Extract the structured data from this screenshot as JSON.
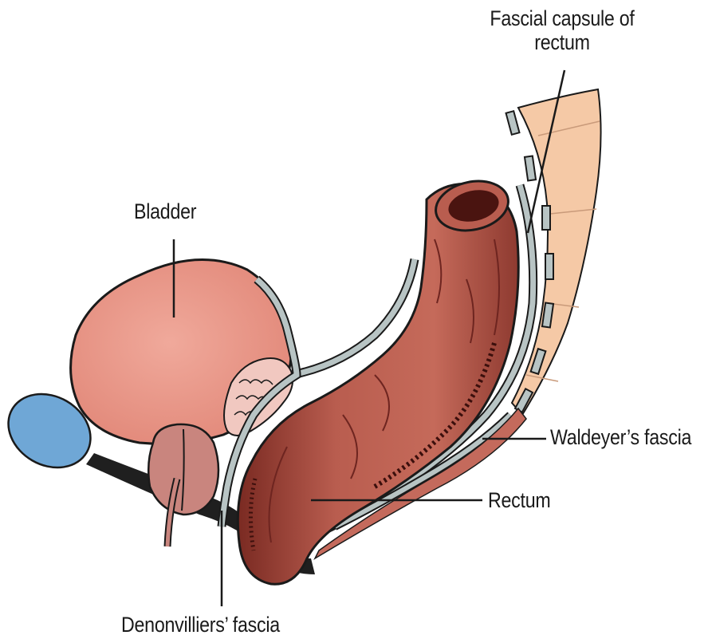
{
  "labels": {
    "fascial_capsule_line1": "Fascial capsule of",
    "fascial_capsule_line2": "rectum",
    "bladder": "Bladder",
    "waldeyer": "Waldeyer’s fascia",
    "rectum": "Rectum",
    "denonvilliers": "Denonvilliers’ fascia"
  },
  "colors": {
    "bladder": "#e89a8c",
    "rectum": "#b5574a",
    "rectum_dark": "#5e1a14",
    "sacrum": "#f5c9a6",
    "fascia": "#b8c4c4",
    "pubis": "#6fa7d6",
    "prostate": "#c9857e",
    "outline": "#1a1a1a"
  }
}
